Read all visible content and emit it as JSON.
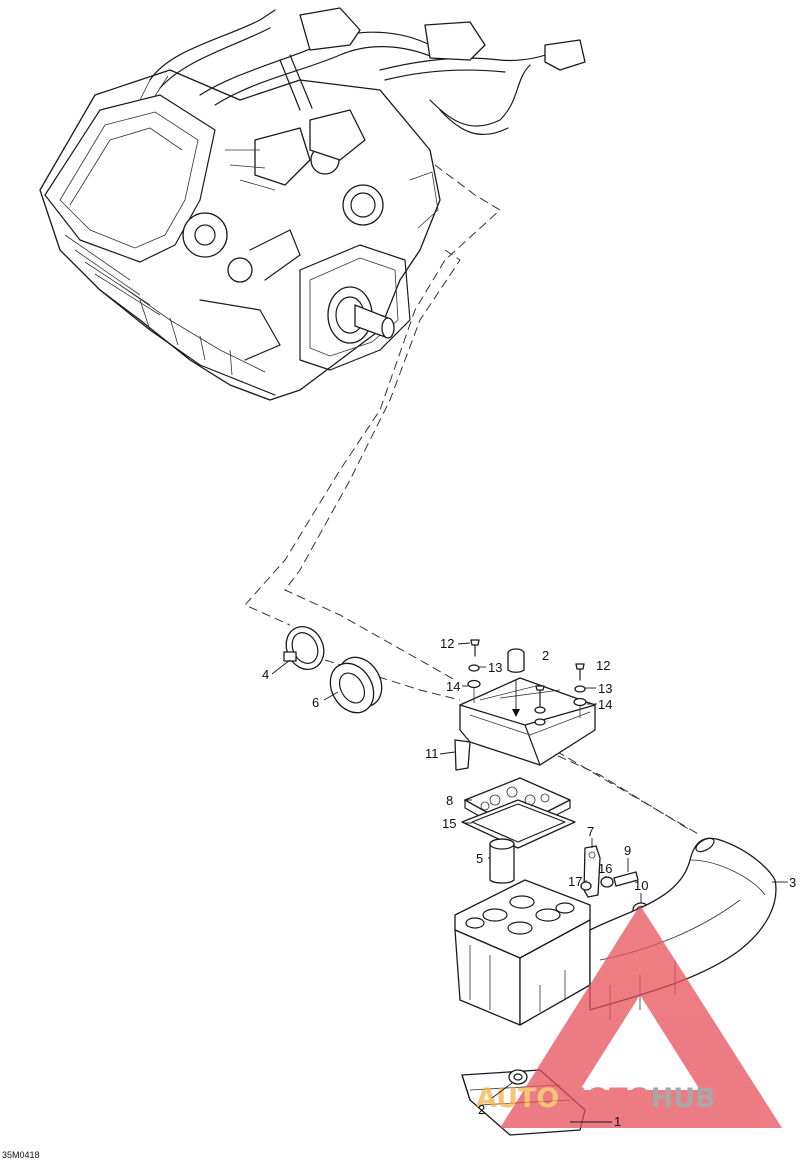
{
  "diagram": {
    "callouts": [
      "1",
      "2",
      "2",
      "3",
      "4",
      "5",
      "6",
      "7",
      "8",
      "9",
      "10",
      "11",
      "12",
      "12",
      "13",
      "13",
      "14",
      "14",
      "15",
      "16",
      "17"
    ],
    "figure_code": "35M0418"
  },
  "watermark": {
    "text_orange": "AUTO",
    "text_red": "MOTO",
    "text_grey": "HUB",
    "colors": {
      "orange": "#f5b04a",
      "red": "#e8505a",
      "grey": "#8a8a8a"
    }
  }
}
